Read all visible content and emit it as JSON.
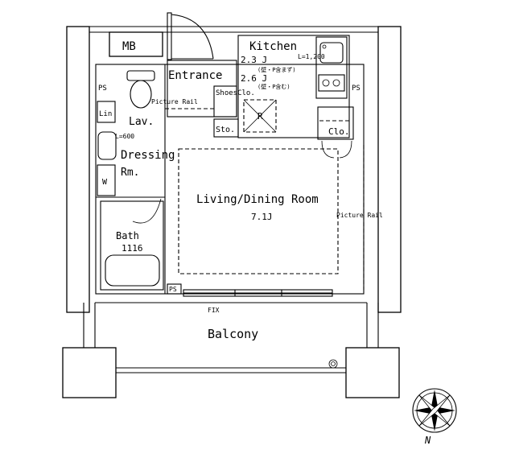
{
  "rooms": {
    "mb": "MB",
    "ps": "PS",
    "entrance": "Entrance",
    "kitchen": "Kitchen",
    "kitchen_area_1": "2.3 J",
    "kitchen_area_1_note": "(壁・P含まず)",
    "kitchen_area_2": "2.6 J",
    "kitchen_area_2_note": "(壁・P含む)",
    "kitchen_counter": "L=1,200",
    "shoes_closet": "ShoesClo.",
    "picture_rail": "Picture Rail",
    "fridge": "R",
    "storage": "Sto.",
    "closet": "Clo.",
    "linen": "Lin",
    "lavatory": "Lav.",
    "lavatory_size": "L=600",
    "dressing": "Dressing",
    "dressing_2": "Rm.",
    "washer": "W",
    "living_dining": "Living/Dining Room",
    "living_area": "7.1J",
    "bath": "Bath",
    "bath_size": "1116",
    "fix": "FIX",
    "balcony": "Balcony"
  },
  "compass": {
    "north": "N"
  }
}
